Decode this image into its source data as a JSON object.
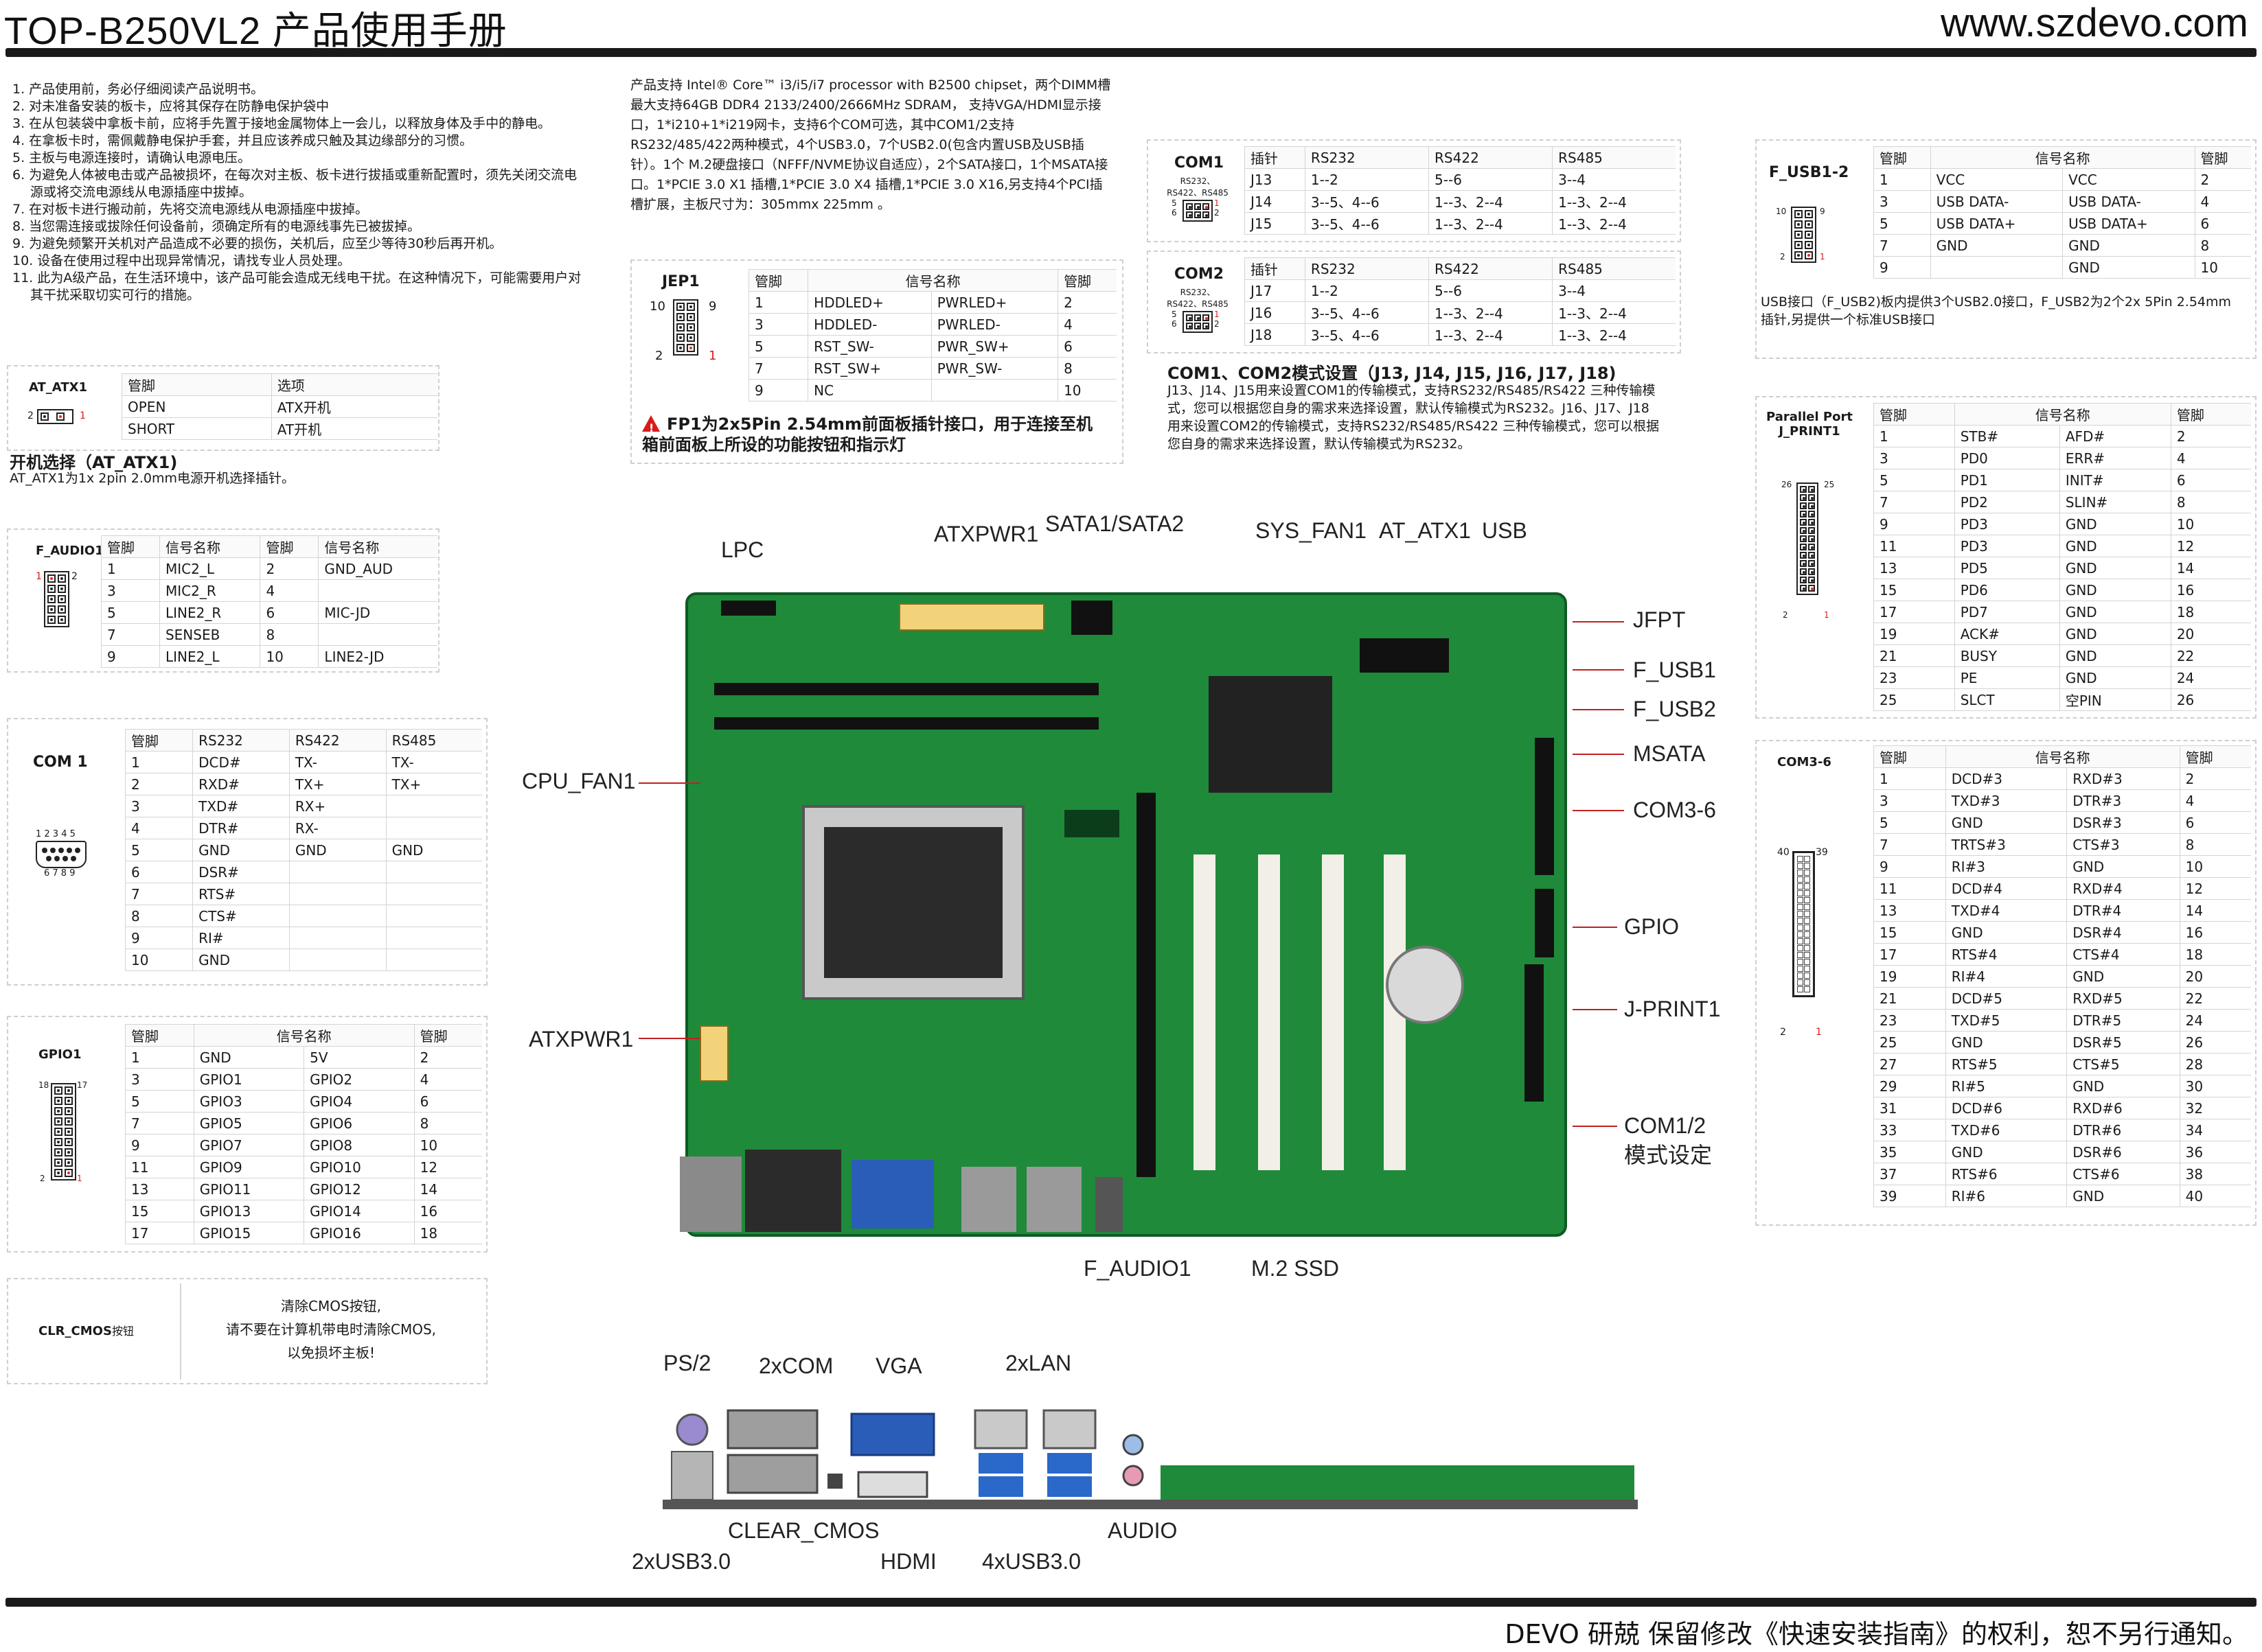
{
  "header": {
    "title": "TOP-B250VL2 产品使用手册",
    "url": "www.szdevo.com"
  },
  "footer": {
    "note": "DEVO 研兢 保留修改《快速安装指南》的权利，恕不另行通知。"
  },
  "notes": [
    "1.  产品使用前，务必仔细阅读产品说明书。",
    "2.  对未准备安装的板卡，应将其保存在防静电保护袋中",
    "3.  在从包装袋中拿板卡前，应将手先置于接地金属物体上一会儿，以释放身体及手中的静电。",
    "4.  在拿板卡时，需佩戴静电保护手套，并且应该养成只触及其边缘部分的习惯。",
    "5.  主板与电源连接时，请确认电源电压。",
    "6.  为避免人体被电击或产品被损坏，在每次对主板、板卡进行拔插或重新配置时，须先关闭交流电源或将交流电源线从电源插座中拔掉。",
    "7.  在对板卡进行搬动前，先将交流电源线从电源插座中拔掉。",
    "8.  当您需连接或拔除任何设备前，须确定所有的电源线事先已被拔掉。",
    "9.  为避免频繁开关机对产品造成不必要的损伤，关机后，应至少等待30秒后再开机。",
    "10.  设备在使用过程中出现异常情况，请找专业人员处理。",
    "11.  此为A级产品，在生活环境中，该产品可能会造成无线电干扰。在这种情况下，可能需要用户对其干扰采取切实可行的措施。"
  ],
  "description": "产品支持 Intel® Core™ i3/i5/i7 processor with B2500 chipset，两个DIMM槽最大支持64GB DDR4 2133/2400/2666MHz SDRAM， 支持VGA/HDMI显示接口，1*i210+1*i219网卡，支持6个COM可选，其中COM1/2支持RS232/485/422两种模式，4个USB3.0，7个USB2.0(包含内置USB及USB插针）。1个 M.2硬盘接口（NFFF/NVME协议自适应），2个SATA接口，1个MSATA接口。1*PCIE 3.0 X1 插槽,1*PCIE 3.0 X4 插槽,1*PCIE 3.0 X16,另支持4个PCI插槽扩展，主板尺寸为：305mmx 225mm 。",
  "at_atx1": {
    "label": "AT_ATX1",
    "headers": [
      "管脚",
      "选项"
    ],
    "rows": [
      [
        "OPEN",
        "ATX开机"
      ],
      [
        "SHORT",
        "AT开机"
      ]
    ],
    "pin_left": "2",
    "pin_right": "1",
    "caption_title": "开机选择（AT_ATX1)",
    "caption_text": "AT_ATX1为1x 2pin 2.0mm电源开机选择插针。"
  },
  "f_audio1": {
    "label": "F_AUDIO1",
    "headers": [
      "管脚",
      "信号名称",
      "管脚",
      "信号名称"
    ],
    "rows": [
      [
        "1",
        "MIC2_L",
        "2",
        "GND_AUD"
      ],
      [
        "3",
        "MIC2_R",
        "4",
        ""
      ],
      [
        "5",
        "LINE2_R",
        "6",
        "MIC-JD"
      ],
      [
        "7",
        "SENSEB",
        "8",
        ""
      ],
      [
        "9",
        "LINE2_L",
        "10",
        "LINE2-JD"
      ]
    ],
    "pin_a": "1",
    "pin_b": "2"
  },
  "com1_rs": {
    "label": "COM 1",
    "headers": [
      "管脚",
      "RS232",
      "RS422",
      "RS485"
    ],
    "rows": [
      [
        "1",
        "DCD#",
        "TX-",
        "TX-"
      ],
      [
        "2",
        "RXD#",
        "TX+",
        "TX+"
      ],
      [
        "3",
        "TXD#",
        "RX+",
        ""
      ],
      [
        "4",
        "DTR#",
        "RX-",
        ""
      ],
      [
        "5",
        "GND",
        "GND",
        "GND"
      ],
      [
        "6",
        "DSR#",
        "",
        ""
      ],
      [
        "7",
        "RTS#",
        "",
        ""
      ],
      [
        "8",
        "CTS#",
        "",
        ""
      ],
      [
        "9",
        "RI#",
        "",
        ""
      ],
      [
        "10",
        "GND",
        "",
        ""
      ]
    ],
    "db9_top": "1 2 3 4 5",
    "db9_bottom": "6 7 8 9"
  },
  "gpio1": {
    "label": "GPIO1",
    "headers": [
      "管脚",
      "信号名称",
      "管脚"
    ],
    "rows": [
      [
        "1",
        "GND",
        "5V",
        "2"
      ],
      [
        "3",
        "GPIO1",
        "GPIO2",
        "4"
      ],
      [
        "5",
        "GPIO3",
        "GPIO4",
        "6"
      ],
      [
        "7",
        "GPIO5",
        "GPIO6",
        "8"
      ],
      [
        "9",
        "GPIO7",
        "GPIO8",
        "10"
      ],
      [
        "11",
        "GPIO9",
        "GPIO10",
        "12"
      ],
      [
        "13",
        "GPIO11",
        "GPIO12",
        "14"
      ],
      [
        "15",
        "GPIO13",
        "GPIO14",
        "16"
      ],
      [
        "17",
        "GPIO15",
        "GPIO16",
        "18"
      ]
    ],
    "pin_tl": "18",
    "pin_tr": "17",
    "pin_bl": "2",
    "pin_br": "1"
  },
  "clr_cmos": {
    "label": "CLR_CMOS",
    "label_suffix": "按钮",
    "lines": [
      "清除CMOS按钮,",
      "请不要在计算机带电时清除CMOS,",
      "以免损坏主板!"
    ]
  },
  "jep1": {
    "label": "JEP1",
    "headers": [
      "管脚",
      "信号名称",
      "管脚"
    ],
    "rows": [
      [
        "1",
        "HDDLED+",
        "PWRLED+",
        "2"
      ],
      [
        "3",
        "HDDLED-",
        "PWRLED-",
        "4"
      ],
      [
        "5",
        "RST_SW-",
        "PWR_SW+",
        "6"
      ],
      [
        "7",
        "RST_SW+",
        "PWR_SW-",
        "8"
      ],
      [
        "9",
        "NC",
        "",
        "10"
      ]
    ],
    "pin_tl": "10",
    "pin_tr": "9",
    "pin_bl": "2",
    "pin_br": "1",
    "warning": "FP1为2x5Pin 2.54mm前面板插针接口，用于连接至机箱前面板上所设的功能按钮和指示灯"
  },
  "com1_mode": {
    "label": "COM1",
    "sub": "RS232、RS422、RS485",
    "headers": [
      "插针",
      "RS232",
      "RS422",
      "RS485"
    ],
    "rows": [
      [
        "J13",
        "1--2",
        "5--6",
        "3--4"
      ],
      [
        "J14",
        "3--5、4--6",
        "1--3、2--4",
        "1--3、2--4"
      ],
      [
        "J15",
        "3--5、4--6",
        "1--3、2--4",
        "1--3、2--4"
      ]
    ],
    "pin_l": "5",
    "pin_l2": "6",
    "pin_r": "1",
    "pin_r2": "2"
  },
  "com2_mode": {
    "label": "COM2",
    "sub": "RS232、RS422、RS485",
    "headers": [
      "插针",
      "RS232",
      "RS422",
      "RS485"
    ],
    "rows": [
      [
        "J17",
        "1--2",
        "5--6",
        "3--4"
      ],
      [
        "J16",
        "3--5、4--6",
        "1--3、2--4",
        "1--3、2--4"
      ],
      [
        "J18",
        "3--5、4--6",
        "1--3、2--4",
        "1--3、2--4"
      ]
    ],
    "pin_l": "5",
    "pin_l2": "6",
    "pin_r": "1",
    "pin_r2": "2"
  },
  "com_mode_caption": {
    "title": "COM1、COM2模式设置（J13, J14, J15, J16, J17, J18)",
    "text": "J13、J14、J15用来设置COM1的传输模式，支持RS232/RS485/RS422 三种传输模式，您可以根据您自身的需求来选择设置，默认传输模式为RS232。J16、J17、J18用来设置COM2的传输模式，支持RS232/RS485/RS422 三种传输模式，您可以根据您自身的需求来选择设置，默认传输模式为RS232。"
  },
  "f_usb12": {
    "label": "F_USB1-2",
    "headers": [
      "管脚",
      "信号名称",
      "管脚"
    ],
    "rows": [
      [
        "1",
        "VCC",
        "VCC",
        "2"
      ],
      [
        "3",
        "USB DATA-",
        "USB DATA-",
        "4"
      ],
      [
        "5",
        "USB DATA+",
        "USB DATA+",
        "6"
      ],
      [
        "7",
        "GND",
        "GND",
        "8"
      ],
      [
        "9",
        "",
        "GND",
        "10"
      ]
    ],
    "caption": "USB接口（F_USB2)板内提供3个USB2.0接口，F_USB2为2个2x 5Pin 2.54mm插针,另提供一个标准USB接口",
    "pin_tl": "10",
    "pin_tr": "9",
    "pin_bl": "2",
    "pin_br": "1"
  },
  "parallel": {
    "label": "Parallel Port",
    "label2": "J_PRINT1",
    "headers": [
      "管脚",
      "信号名称",
      "管脚"
    ],
    "rows": [
      [
        "1",
        "STB#",
        "AFD#",
        "2"
      ],
      [
        "3",
        "PD0",
        "ERR#",
        "4"
      ],
      [
        "5",
        "PD1",
        "INIT#",
        "6"
      ],
      [
        "7",
        "PD2",
        "SLIN#",
        "8"
      ],
      [
        "9",
        "PD3",
        "GND",
        "10"
      ],
      [
        "11",
        "PD3",
        "GND",
        "12"
      ],
      [
        "13",
        "PD5",
        "GND",
        "14"
      ],
      [
        "15",
        "PD6",
        "GND",
        "16"
      ],
      [
        "17",
        "PD7",
        "GND",
        "18"
      ],
      [
        "19",
        "ACK#",
        "GND",
        "20"
      ],
      [
        "21",
        "BUSY",
        "GND",
        "22"
      ],
      [
        "23",
        "PE",
        "GND",
        "24"
      ],
      [
        "25",
        "SLCT",
        "空PIN",
        "26"
      ]
    ],
    "pin_tl": "26",
    "pin_tr": "25",
    "pin_bl": "2",
    "pin_br": "1"
  },
  "com36": {
    "label": "COM3-6",
    "headers": [
      "管脚",
      "信号名称",
      "管脚"
    ],
    "rows": [
      [
        "1",
        "DCD#3",
        "RXD#3",
        "2"
      ],
      [
        "3",
        "TXD#3",
        "DTR#3",
        "4"
      ],
      [
        "5",
        "GND",
        "DSR#3",
        "6"
      ],
      [
        "7",
        "TRTS#3",
        "CTS#3",
        "8"
      ],
      [
        "9",
        "RI#3",
        "GND",
        "10"
      ],
      [
        "11",
        "DCD#4",
        "RXD#4",
        "12"
      ],
      [
        "13",
        "TXD#4",
        "DTR#4",
        "14"
      ],
      [
        "15",
        "GND",
        "DSR#4",
        "16"
      ],
      [
        "17",
        "RTS#4",
        "CTS#4",
        "18"
      ],
      [
        "19",
        "RI#4",
        "GND",
        "20"
      ],
      [
        "21",
        "DCD#5",
        "RXD#5",
        "22"
      ],
      [
        "23",
        "TXD#5",
        "DTR#5",
        "24"
      ],
      [
        "25",
        "GND",
        "DSR#5",
        "26"
      ],
      [
        "27",
        "RTS#5",
        "CTS#5",
        "28"
      ],
      [
        "29",
        "RI#5",
        "GND",
        "30"
      ],
      [
        "31",
        "DCD#6",
        "RXD#6",
        "32"
      ],
      [
        "33",
        "TXD#6",
        "DTR#6",
        "34"
      ],
      [
        "35",
        "GND",
        "DSR#6",
        "36"
      ],
      [
        "37",
        "RTS#6",
        "CTS#6",
        "38"
      ],
      [
        "39",
        "RI#6",
        "GND",
        "40"
      ]
    ],
    "pin_tl": "40",
    "pin_tr": "39",
    "pin_bl": "2",
    "pin_br": "1"
  },
  "board_labels": {
    "lpc": "LPC",
    "atxpwr1_top": "ATXPWR1",
    "sata": "SATA1/SATA2",
    "sys_fan1": "SYS_FAN1",
    "at_atx1": "AT_ATX1",
    "usb": "USB",
    "jfpt": "JFPT",
    "f_usb1": "F_USB1",
    "f_usb2": "F_USB2",
    "msata": "MSATA",
    "com36": "COM3-6",
    "gpio": "GPIO",
    "j_print1": "J-PRINT1",
    "com12_a": "COM1/2",
    "com12_b": "模式设定",
    "cpu_fan1": "CPU_FAN1",
    "atxpwr1_left": "ATXPWR1",
    "f_audio1": "F_AUDIO1",
    "m2": "M.2 SSD"
  },
  "io_labels": {
    "ps2": "PS/2",
    "com2x": "2xCOM",
    "vga": "VGA",
    "lan2x": "2xLAN",
    "clear_cmos": "CLEAR_CMOS",
    "audio": "AUDIO",
    "usb3_2x": "2xUSB3.0",
    "hdmi": "HDMI",
    "usb3_4x": "4xUSB3.0"
  },
  "colors": {
    "pcb": "#1f8a3a",
    "pcb_dark": "#0f5a24",
    "accent_red": "#d81b1b",
    "rule": "#1a1a1a"
  }
}
